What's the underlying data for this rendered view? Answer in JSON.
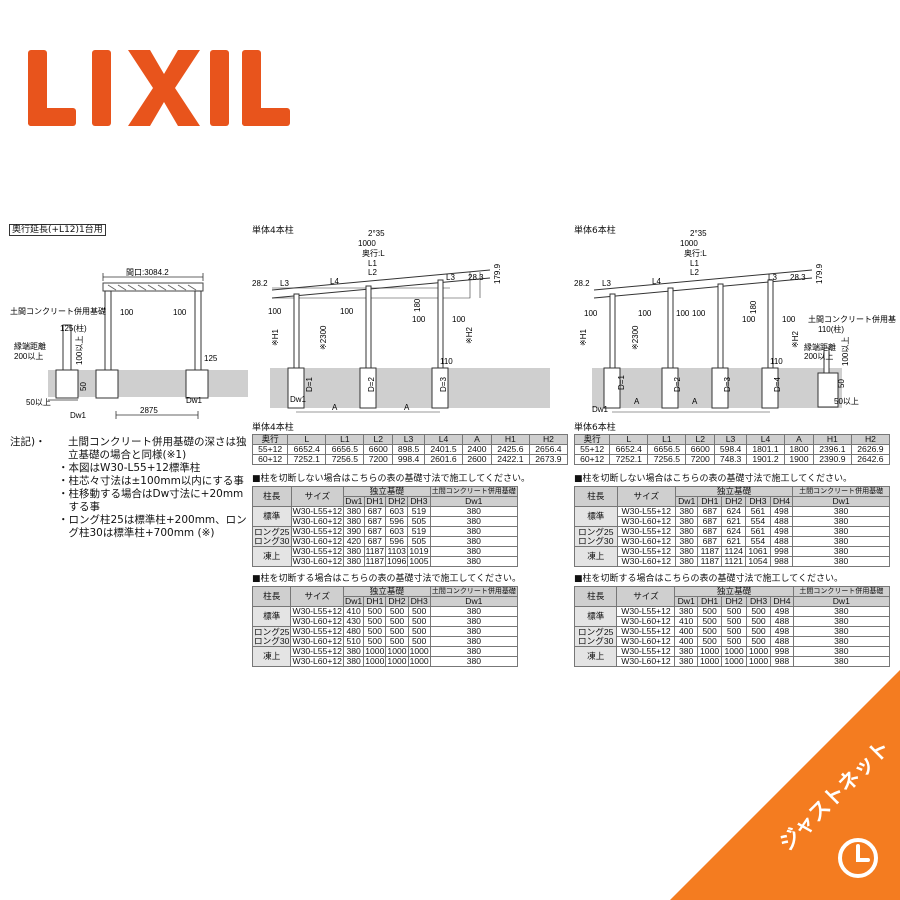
{
  "logo": {
    "text": "LIXIL",
    "color": "#e8541c"
  },
  "left_panel": {
    "title": "奥行延長(+L12)1台用",
    "labels": {
      "opening": "間口:3084.2",
      "foundation": "土間コンクリート併用基礎",
      "col": "125(柱)",
      "d100": "100以上",
      "edge": "縁端距離",
      "edge200": "200以上",
      "f50": "50",
      "s100a": "100",
      "s100b": "100",
      "h125": "125",
      "d50": "50以上",
      "dw": "Dw1",
      "span": "2875"
    }
  },
  "notes": {
    "lead": "注記)・",
    "items": [
      "土間コンクリート併用基礎の深さは独立基礎の場合と同様(※1)",
      "本図はW30-L55+12標準柱",
      "柱芯々寸法は±100mm以内にする事",
      "柱移動する場合はDw寸法に+20mmする事",
      "ロング柱25は標準柱+200mm、ロング柱30は標準柱+700mm (※)"
    ]
  },
  "diagram4": {
    "title": "単体4本柱",
    "labels": {
      "top1": "2°35",
      "top2": "1000",
      "depth": "奥行:L",
      "l1": "L1",
      "l2": "L2",
      "l3a": "L3",
      "l4": "L4",
      "l3b": "L3",
      "left": "28.2",
      "right": "28.3",
      "h179": "179.9",
      "g100a": "100",
      "g100b": "100",
      "g100c": "100",
      "g100d": "100",
      "v180": "180",
      "h1": "※H1",
      "h2": "※H2",
      "h2300": "※2300",
      "v110": "110",
      "d1": "D=1",
      "d2": "D=2",
      "d3": "D=3",
      "dw": "Dw1",
      "a1": "A",
      "a2": "A"
    }
  },
  "diagram6": {
    "title": "単体6本柱",
    "labels": {
      "top1": "2°35",
      "top2": "1000",
      "depth": "奥行:L",
      "l1": "L1",
      "l2": "L2",
      "l3a": "L3",
      "l4": "L4",
      "l3b": "L3",
      "left": "28.2",
      "right": "28.3",
      "h179": "179.9",
      "g100a": "100",
      "g100b": "100",
      "g100c": "100",
      "g100d": "100",
      "g100e": "100",
      "g100f": "100",
      "v180": "180",
      "h1": "※H1",
      "h2": "※H2",
      "h2300": "※2300",
      "found": "土間コンクリート併用基礎",
      "col": "110(柱)",
      "edge": "縁端距離",
      "edge200": "200以上",
      "d100": "100以上",
      "v110": "110",
      "d1": "D=1",
      "d2": "D=2",
      "d3": "D=3",
      "d4": "D=4",
      "dw": "Dw1",
      "a1": "A",
      "a2": "A",
      "d50": "50以上",
      "f50": "50"
    }
  },
  "dim4": {
    "title": "単体4本柱",
    "headers": [
      "奥行",
      "L",
      "L1",
      "L2",
      "L3",
      "L4",
      "A",
      "H1",
      "H2"
    ],
    "rows": [
      [
        "55+12",
        "6652.4",
        "6656.5",
        "6600",
        "898.5",
        "2401.5",
        "2400",
        "2425.6",
        "2656.4"
      ],
      [
        "60+12",
        "7252.1",
        "7256.5",
        "7200",
        "998.4",
        "2601.6",
        "2600",
        "2422.1",
        "2673.9"
      ]
    ]
  },
  "dim6": {
    "title": "単体6本柱",
    "headers": [
      "奥行",
      "L",
      "L1",
      "L2",
      "L3",
      "L4",
      "A",
      "H1",
      "H2"
    ],
    "rows": [
      [
        "55+12",
        "6652.4",
        "6656.5",
        "6600",
        "598.4",
        "1801.1",
        "1800",
        "2396.1",
        "2626.9"
      ],
      [
        "60+12",
        "7252.1",
        "7256.5",
        "7200",
        "748.3",
        "1901.2",
        "1900",
        "2390.9",
        "2642.6"
      ]
    ]
  },
  "f4a": {
    "note": "■柱を切断しない場合はこちらの表の基礎寸法で施工してください。",
    "h": {
      "col": "柱長",
      "size": "サイズ",
      "ind": "独立基礎",
      "soil": "土間コンクリート併用基礎",
      "dw1": "Dw1",
      "dh1": "DH1",
      "dh2": "DH2",
      "dh3": "DH3",
      "sdw1": "Dw1"
    },
    "groups": [
      "標準",
      "ロング25\nロング30",
      "凍上"
    ],
    "rows": [
      [
        "W30-L55+12",
        "380",
        "687",
        "603",
        "519",
        "380"
      ],
      [
        "W30-L60+12",
        "380",
        "687",
        "596",
        "505",
        "380"
      ],
      [
        "W30-L55+12",
        "390",
        "687",
        "603",
        "519",
        "380"
      ],
      [
        "W30-L60+12",
        "420",
        "687",
        "596",
        "505",
        "380"
      ],
      [
        "W30-L55+12",
        "380",
        "1187",
        "1103",
        "1019",
        "380"
      ],
      [
        "W30-L60+12",
        "380",
        "1187",
        "1096",
        "1005",
        "380"
      ]
    ]
  },
  "f4b": {
    "note": "■柱を切断する場合はこちらの表の基礎寸法で施工してください。",
    "h": {
      "col": "柱長",
      "size": "サイズ",
      "ind": "独立基礎",
      "soil": "土間コンクリート併用基礎",
      "dw1": "Dw1",
      "dh1": "DH1",
      "dh2": "DH2",
      "dh3": "DH3",
      "sdw1": "Dw1"
    },
    "groups": [
      "標準",
      "ロング25\nロング30",
      "凍上"
    ],
    "rows": [
      [
        "W30-L55+12",
        "410",
        "500",
        "500",
        "500",
        "380"
      ],
      [
        "W30-L60+12",
        "430",
        "500",
        "500",
        "500",
        "380"
      ],
      [
        "W30-L55+12",
        "480",
        "500",
        "500",
        "500",
        "380"
      ],
      [
        "W30-L60+12",
        "510",
        "500",
        "500",
        "500",
        "380"
      ],
      [
        "W30-L55+12",
        "380",
        "1000",
        "1000",
        "1000",
        "380"
      ],
      [
        "W30-L60+12",
        "380",
        "1000",
        "1000",
        "1000",
        "380"
      ]
    ]
  },
  "f6a": {
    "note": "■柱を切断しない場合はこちらの表の基礎寸法で施工してください。",
    "h": {
      "col": "柱長",
      "size": "サイズ",
      "ind": "独立基礎",
      "soil": "土間コンクリート併用基礎",
      "dw1": "Dw1",
      "dh1": "DH1",
      "dh2": "DH2",
      "dh3": "DH3",
      "dh4": "DH4",
      "sdw1": "Dw1"
    },
    "groups": [
      "標準",
      "ロング25\nロング30",
      "凍上"
    ],
    "rows": [
      [
        "W30-L55+12",
        "380",
        "687",
        "624",
        "561",
        "498",
        "380"
      ],
      [
        "W30-L60+12",
        "380",
        "687",
        "621",
        "554",
        "488",
        "380"
      ],
      [
        "W30-L55+12",
        "380",
        "687",
        "624",
        "561",
        "498",
        "380"
      ],
      [
        "W30-L60+12",
        "380",
        "687",
        "621",
        "554",
        "488",
        "380"
      ],
      [
        "W30-L55+12",
        "380",
        "1187",
        "1124",
        "1061",
        "998",
        "380"
      ],
      [
        "W30-L60+12",
        "380",
        "1187",
        "1121",
        "1054",
        "988",
        "380"
      ]
    ]
  },
  "f6b": {
    "note": "■柱を切断する場合はこちらの表の基礎寸法で施工してください。",
    "h": {
      "col": "柱長",
      "size": "サイズ",
      "ind": "独立基礎",
      "soil": "土間コンクリート併用基礎",
      "dw1": "Dw1",
      "dh1": "DH1",
      "dh2": "DH2",
      "dh3": "DH3",
      "dh4": "DH4",
      "sdw1": "Dw1"
    },
    "groups": [
      "標準",
      "ロング25\nロング30",
      "凍上"
    ],
    "rows": [
      [
        "W30-L55+12",
        "380",
        "500",
        "500",
        "500",
        "498",
        "380"
      ],
      [
        "W30-L60+12",
        "410",
        "500",
        "500",
        "500",
        "488",
        "380"
      ],
      [
        "W30-L55+12",
        "400",
        "500",
        "500",
        "500",
        "498",
        "380"
      ],
      [
        "W30-L60+12",
        "400",
        "500",
        "500",
        "500",
        "488",
        "380"
      ],
      [
        "W30-L55+12",
        "380",
        "1000",
        "1000",
        "1000",
        "998",
        "380"
      ],
      [
        "W30-L60+12",
        "380",
        "1000",
        "1000",
        "1000",
        "988",
        "380"
      ]
    ]
  },
  "badge": {
    "text": "ジャストネット",
    "color": "#f47c20",
    "icon": "clock-icon"
  }
}
